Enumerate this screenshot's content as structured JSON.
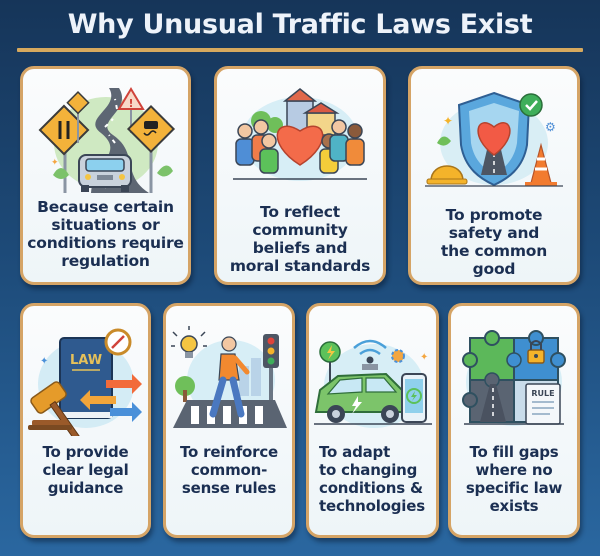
{
  "title": "Why Unusual Traffic Laws Exist",
  "colors": {
    "background_top": "#163559",
    "background_bottom": "#2a67a0",
    "accent_gold": "#d6a95e",
    "card_border": "#d5a466",
    "card_text": "#1b2f52",
    "title_text": "#eef3fa"
  },
  "cards": [
    {
      "icon": "winding-road-signs-car-icon",
      "label": "Because certain\nsituations or\nconditions require\nregulation"
    },
    {
      "icon": "community-heart-people-icon",
      "label": "To reflect\ncommunity\nbeliefs and\nmoral standards"
    },
    {
      "icon": "safety-shield-heart-icon",
      "label": "To promote\nsafety and\nthe common\ngood"
    },
    {
      "icon": "law-book-gavel-icon",
      "art_text": "LAW",
      "label": "To provide\nclear legal\nguidance"
    },
    {
      "icon": "pedestrian-crosswalk-icon",
      "label": "To reinforce\ncommon-\nsense rules"
    },
    {
      "icon": "electric-smart-car-icon",
      "label": "To adapt\nto changing\nconditions &\ntechnologies"
    },
    {
      "icon": "puzzle-rule-book-icon",
      "art_text": "RULE",
      "label": "To fill gaps\nwhere no\nspecific law\nexists"
    }
  ]
}
